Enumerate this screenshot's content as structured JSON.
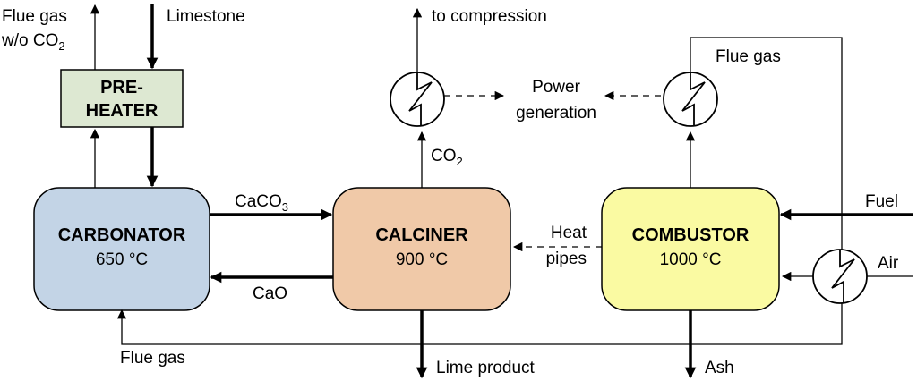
{
  "units": {
    "preheater": {
      "line1": "PRE-",
      "line2": "HEATER",
      "color": "#dde8d2"
    },
    "carbonator": {
      "name": "CARBONATOR",
      "temp": "650 °C",
      "color": "#c3d4e6"
    },
    "calciner": {
      "name": "CALCINER",
      "temp": "900 °C",
      "color": "#f0c9a8"
    },
    "combustor": {
      "name": "COMBUSTOR",
      "temp": "1000 °C",
      "color": "#fafaa2"
    }
  },
  "labels": {
    "flue_gas_wo_line1": "Flue gas",
    "flue_gas_wo_prefix": "w/o CO",
    "flue_gas_wo_sub": "2",
    "limestone": "Limestone",
    "to_compression": "to compression",
    "power_generation_line1": "Power",
    "power_generation_line2": "generation",
    "flue_gas_top": "Flue gas",
    "co2_prefix": "CO",
    "co2_sub": "2",
    "caco3_prefix": "CaCO",
    "caco3_sub": "3",
    "cao": "CaO",
    "heat_pipes_line1": "Heat",
    "heat_pipes_line2": "pipes",
    "fuel": "Fuel",
    "air": "Air",
    "flue_gas_bottom": "Flue gas",
    "lime_product": "Lime product",
    "ash": "Ash"
  }
}
